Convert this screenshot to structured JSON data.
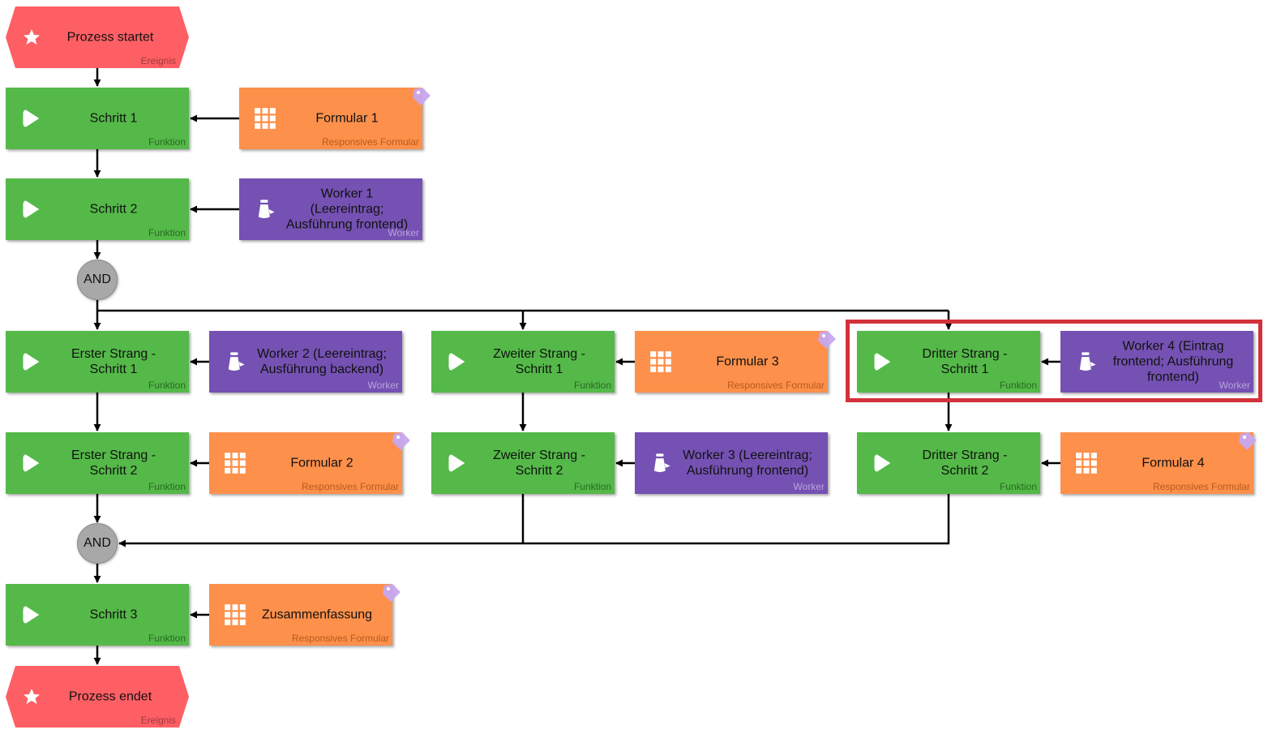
{
  "colors": {
    "function": "#54b948",
    "form": "#fd904b",
    "worker": "#7551b3",
    "event": "#fe5f64",
    "gateway": "#a8a8a8",
    "highlight": "#d3313b"
  },
  "nodes": {
    "start": {
      "title": "Prozess startet",
      "type": "Ereignis",
      "icon": "star-icon"
    },
    "schritt1": {
      "title": "Schritt 1",
      "type": "Funktion",
      "icon": "play-icon"
    },
    "formular1": {
      "title": "Formular 1",
      "type": "Responsives Formular",
      "icon": "grid-icon"
    },
    "schritt2": {
      "title": "Schritt 2",
      "type": "Funktion",
      "icon": "play-icon"
    },
    "worker1": {
      "title": "Worker 1\n(Leereintrag;\nAusführung frontend)",
      "type": "Worker",
      "icon": "worker-icon"
    },
    "and1": {
      "title": "AND"
    },
    "erster1": {
      "title": "Erster Strang -\nSchritt 1",
      "type": "Funktion",
      "icon": "play-icon"
    },
    "worker2": {
      "title": "Worker 2 (Leereintrag;\nAusführung backend)",
      "type": "Worker",
      "icon": "worker-icon"
    },
    "zweiter1": {
      "title": "Zweiter Strang -\nSchritt 1",
      "type": "Funktion",
      "icon": "play-icon"
    },
    "formular3": {
      "title": "Formular 3",
      "type": "Responsives Formular",
      "icon": "grid-icon"
    },
    "dritter1": {
      "title": "Dritter Strang -\nSchritt 1",
      "type": "Funktion",
      "icon": "play-icon"
    },
    "worker4": {
      "title": "Worker 4 (Eintrag\nfrontend; Ausführung\nfrontend)",
      "type": "Worker",
      "icon": "worker-icon"
    },
    "erster2": {
      "title": "Erster Strang -\nSchritt 2",
      "type": "Funktion",
      "icon": "play-icon"
    },
    "formular2": {
      "title": "Formular 2",
      "type": "Responsives Formular",
      "icon": "grid-icon"
    },
    "zweiter2": {
      "title": "Zweiter Strang -\nSchritt 2",
      "type": "Funktion",
      "icon": "play-icon"
    },
    "worker3": {
      "title": "Worker 3 (Leereintrag;\nAusführung frontend)",
      "type": "Worker",
      "icon": "worker-icon"
    },
    "dritter2": {
      "title": "Dritter Strang -\nSchritt 2",
      "type": "Funktion",
      "icon": "play-icon"
    },
    "formular4": {
      "title": "Formular 4",
      "type": "Responsives Formular",
      "icon": "grid-icon"
    },
    "and2": {
      "title": "AND"
    },
    "schritt3": {
      "title": "Schritt 3",
      "type": "Funktion",
      "icon": "play-icon"
    },
    "zusammenfassung": {
      "title": "Zusammenfassung",
      "type": "Responsives Formular",
      "icon": "grid-icon"
    },
    "end": {
      "title": "Prozess endet",
      "type": "Ereignis",
      "icon": "star-icon"
    }
  }
}
